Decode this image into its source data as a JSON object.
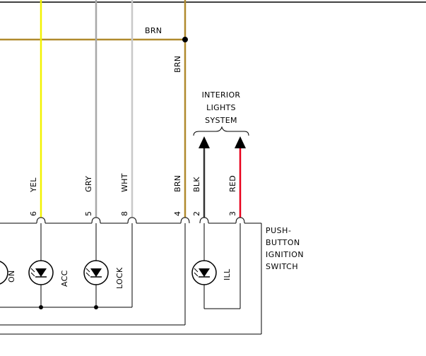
{
  "colors": {
    "brown": "#b08a2e",
    "yellow": "#f2f200",
    "gray": "#a8a8a8",
    "white_wire": "#c8c8c8",
    "black": "#333333",
    "red": "#e8001c",
    "line": "#000000"
  },
  "wires": {
    "brn_top": "BRN",
    "brn_vert": "BRN",
    "yel": "YEL",
    "gry": "GRY",
    "wht": "WHT",
    "brn": "BRN",
    "blk": "BLK",
    "red": "RED"
  },
  "pins": {
    "p6": "6",
    "p5": "5",
    "p8": "8",
    "p4": "4",
    "p2": "2",
    "p3": "3"
  },
  "interior_lights": {
    "line1": "INTERIOR",
    "line2": "LIGHTS",
    "line3": "SYSTEM"
  },
  "switch": {
    "line1": "PUSH-",
    "line2": "BUTTON",
    "line3": "IGNITION",
    "line4": "SWITCH"
  },
  "indicators": {
    "on": "ON",
    "acc": "ACC",
    "lock": "LOCK",
    "ill": "ILL"
  },
  "icons": [
    "led-icon",
    "arrow-up-icon",
    "connector-pin-icon",
    "brace-icon",
    "splice-dot-icon"
  ]
}
